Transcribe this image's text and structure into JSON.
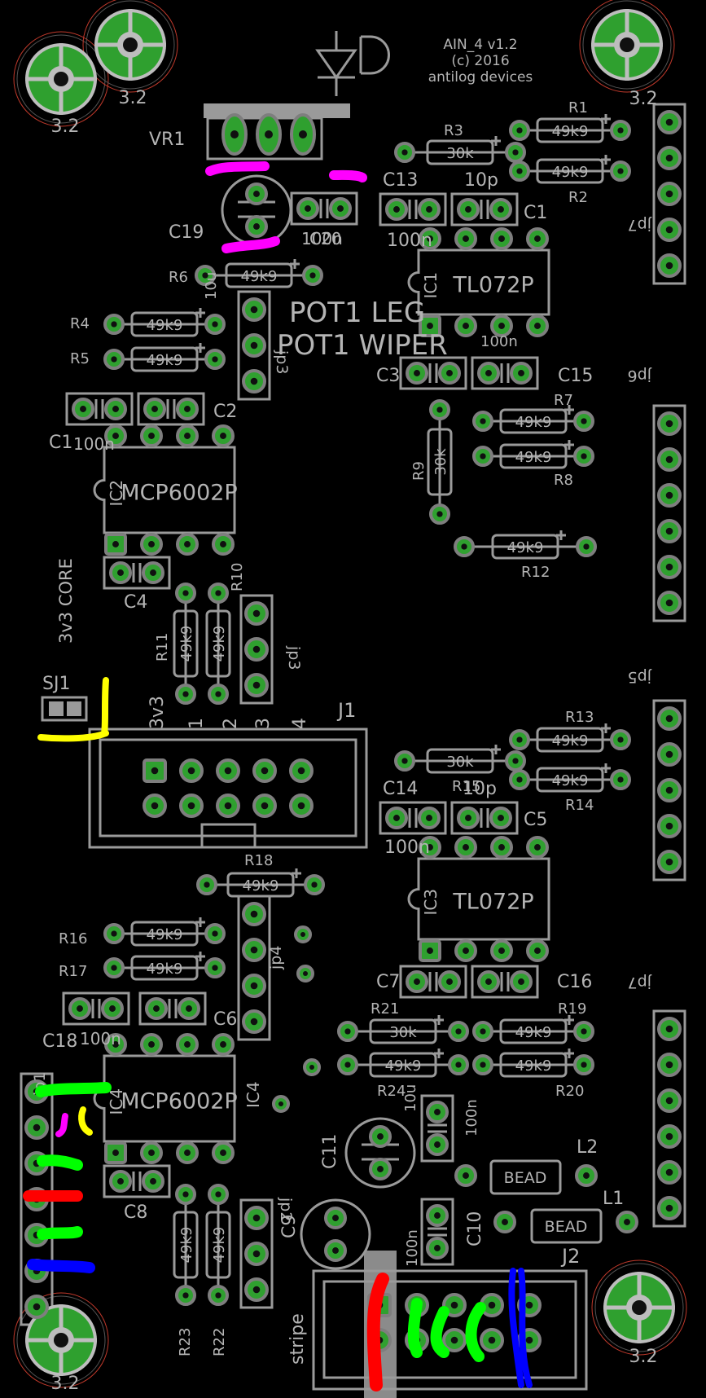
{
  "board": {
    "title_lines": [
      "AIN_4 v1.2",
      "(c) 2016",
      "antilog devices"
    ],
    "colors": {
      "background": "#000000",
      "silkscreen": "#9a9a9a",
      "pad": "#2fa02f",
      "pad_ring": "#7e7e7e",
      "keepout_circle": "#c0392b",
      "annotation_magenta": "#ff00ff",
      "annotation_yellow": "#ffff00",
      "annotation_green": "#00ff00",
      "annotation_red": "#ff0000",
      "annotation_blue": "#0000ff"
    }
  },
  "components": {
    "resistors": [
      {
        "ref": "R1",
        "value": "49k9"
      },
      {
        "ref": "R2",
        "value": "49k9"
      },
      {
        "ref": "R3",
        "value": "30k"
      },
      {
        "ref": "R4",
        "value": "49k9"
      },
      {
        "ref": "R5",
        "value": "49k9"
      },
      {
        "ref": "R6",
        "value": "49k9"
      },
      {
        "ref": "R7",
        "value": "49k9"
      },
      {
        "ref": "R8",
        "value": "49k9"
      },
      {
        "ref": "R9",
        "value": "30k"
      },
      {
        "ref": "R10",
        "value": "49k9"
      },
      {
        "ref": "R11",
        "value": "49k9"
      },
      {
        "ref": "R12",
        "value": "49k9"
      },
      {
        "ref": "R13",
        "value": "49k9"
      },
      {
        "ref": "R14",
        "value": "49k9"
      },
      {
        "ref": "R15",
        "value": "30k"
      },
      {
        "ref": "R16",
        "value": "49k9"
      },
      {
        "ref": "R17",
        "value": "49k9"
      },
      {
        "ref": "R18",
        "value": "49k9"
      },
      {
        "ref": "R19",
        "value": "49k9"
      },
      {
        "ref": "R20",
        "value": "49k9"
      },
      {
        "ref": "R21",
        "value": "30k"
      },
      {
        "ref": "R22",
        "value": "49k9"
      },
      {
        "ref": "R23",
        "value": "49k9"
      },
      {
        "ref": "R24",
        "value": "49k9"
      }
    ],
    "capacitors": [
      "C1",
      "C2",
      "C3",
      "C4",
      "C5",
      "C6",
      "C7",
      "C8",
      "C9",
      "C10",
      "C11",
      "C13",
      "C14",
      "C15",
      "C16",
      "C18",
      "C19"
    ],
    "cap_values": [
      "100n",
      "10p",
      "10u"
    ],
    "ics": [
      {
        "ref": "IC1",
        "value": "TL072P"
      },
      {
        "ref": "IC2",
        "value": "MCP6002P"
      },
      {
        "ref": "IC3",
        "value": "TL072P"
      },
      {
        "ref": "IC4",
        "value": "MCP6002P"
      }
    ],
    "connectors": {
      "j1": "J1",
      "j1_pins": [
        "3v3",
        "1",
        "2",
        "3",
        "4"
      ],
      "j2": "J2",
      "jp": [
        "jp1",
        "jp2",
        "jp3",
        "jp4",
        "jp5",
        "jp6",
        "jp7"
      ],
      "stripe": "stripe"
    },
    "others": {
      "vr1": "VR1",
      "sj1": "SJ1",
      "core_label": "3v3 CORE",
      "l1": "L1",
      "l2": "L2",
      "bead": "BEAD",
      "pot_leg": "POT1 LEG",
      "pot_wiper": "POT1 WIPER",
      "hole_value": "3.2"
    }
  }
}
